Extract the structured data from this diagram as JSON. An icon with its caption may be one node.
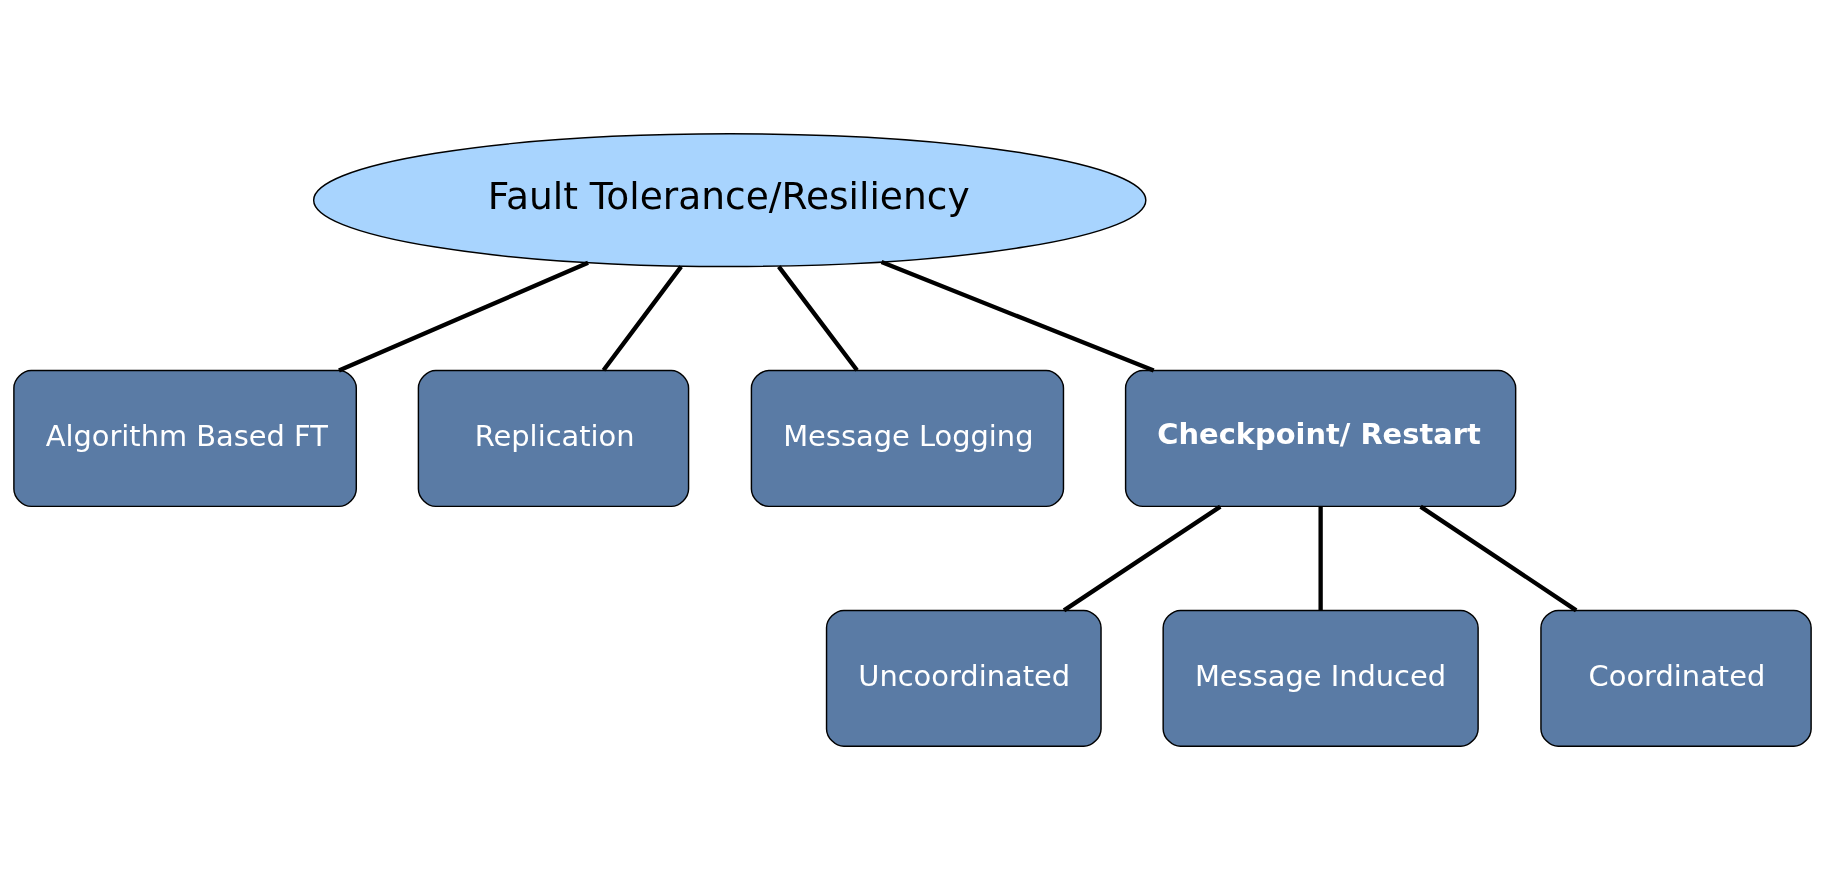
{
  "diagram": {
    "nodes": [
      {
        "text": [
          "Fault Tolerance/Resiliency"
        ]
      },
      {
        "text": [
          "Algorithm Based FT"
        ]
      },
      {
        "text": [
          "Replication"
        ]
      },
      {
        "text": [
          "Message Logging"
        ]
      },
      {
        "text": [
          "Checkpoint/ Restart"
        ]
      },
      {
        "text": [
          "Uncoordinated"
        ]
      },
      {
        "text": [
          "Message Induced"
        ]
      },
      {
        "text": [
          "Coordinated"
        ]
      }
    ],
    "edges": [
      {
        "from": 0,
        "to": 1,
        "arrow": "none"
      },
      {
        "from": 0,
        "to": 2,
        "arrow": "none"
      },
      {
        "from": 0,
        "to": 3,
        "arrow": "none"
      },
      {
        "from": 0,
        "to": 4,
        "arrow": "none"
      },
      {
        "from": 4,
        "to": 5,
        "arrow": "none"
      },
      {
        "from": 4,
        "to": 6,
        "arrow": "none"
      },
      {
        "from": 4,
        "to": 7,
        "arrow": "none"
      }
    ]
  }
}
